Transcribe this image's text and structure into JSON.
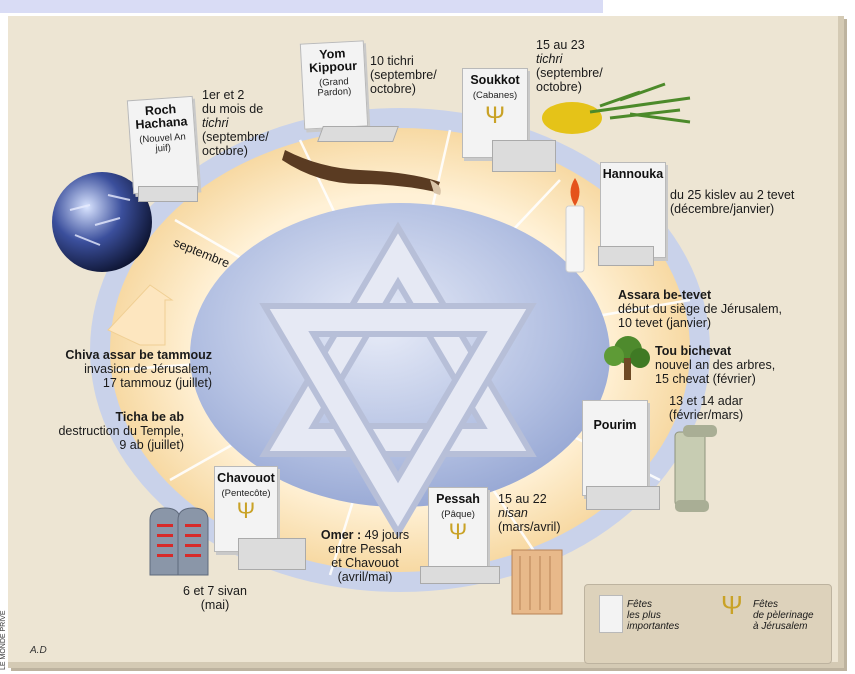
{
  "month_label": "septembre",
  "credit": "A.D",
  "side_credit": "LE MONDE PRIVE",
  "holidays": {
    "roch_hachana": {
      "title": "Roch Hachana",
      "subtitle": "(Nouvel An juif)"
    },
    "yom_kippour": {
      "title": "Yom Kippour",
      "subtitle": "(Grand Pardon)"
    },
    "soukkot": {
      "title": "Soukkot",
      "subtitle": "(Cabanes)"
    },
    "hannouka": {
      "title": "Hannouka"
    },
    "pourim": {
      "title": "Pourim"
    },
    "pessah": {
      "title": "Pessah",
      "subtitle": "(Pâque)"
    },
    "chavouot": {
      "title": "Chavouot",
      "subtitle": "(Pentecôte)"
    }
  },
  "dates": {
    "roch_hachana": {
      "l1": "1er et 2",
      "l2": "du mois de",
      "l3": "tichri",
      "l4": "(septembre/",
      "l5": "octobre)"
    },
    "yom_kippour": {
      "l1": "10 tichri",
      "l2": "(septembre/",
      "l3": "octobre)"
    },
    "soukkot": {
      "l1": "15 au 23",
      "l2": "tichri",
      "l3": "(septembre/",
      "l4": "octobre)"
    },
    "hannouka": {
      "l1": "du 25 kislev au 2 tevet",
      "l2": "(décembre/janvier)"
    },
    "pourim": {
      "l1": "13 et 14 adar",
      "l2": "(février/mars)"
    },
    "pessah": {
      "l1": "15 au 22",
      "l2": "nisan",
      "l3": "(mars/avril)"
    },
    "chavouot": {
      "l1": "6 et 7 sivan",
      "l2": "(mai)"
    }
  },
  "minor_events": {
    "assara": {
      "title": "Assara be-tevet",
      "l1": "début du siège de Jérusalem,",
      "l2": "10 tevet (janvier)"
    },
    "tou": {
      "title": "Tou bichevat",
      "l1": "nouvel an des arbres,",
      "l2": "15 chevat (février)"
    },
    "omer": {
      "title": "Omer :",
      "l1": "49 jours",
      "l2": "entre Pessah",
      "l3": "et Chavouot",
      "l4": "(avril/mai)"
    },
    "ticha": {
      "title": "Ticha be ab",
      "l1": "destruction du Temple,",
      "l2": "9 ab (juillet)"
    },
    "chiva": {
      "title": "Chiva assar be tammouz",
      "l1": "invasion de Jérusalem,",
      "l2": "17 tammouz (juillet)"
    }
  },
  "legend": {
    "major_l1": "Fêtes",
    "major_l2": "les plus",
    "major_l3": "importantes",
    "pilgrimage_l1": "Fêtes",
    "pilgrimage_l2": "de pèlerinage",
    "pilgrimage_l3": "à Jérusalem"
  },
  "colors": {
    "ring": "#fde6bf",
    "ring_edge": "#c8cfe6",
    "center": "#a8b7dd",
    "star": "#c9cfe3",
    "gold": "#c9a226",
    "board": "#ede5d3"
  }
}
